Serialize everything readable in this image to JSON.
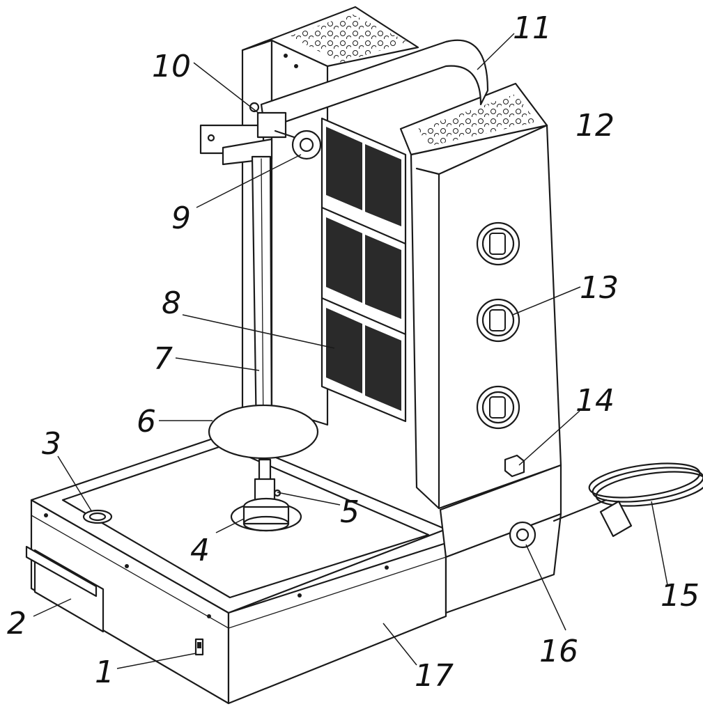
{
  "callouts": [
    {
      "num": "1"
    },
    {
      "num": "2"
    },
    {
      "num": "3"
    },
    {
      "num": "4"
    },
    {
      "num": "5"
    },
    {
      "num": "6"
    },
    {
      "num": "7"
    },
    {
      "num": "8"
    },
    {
      "num": "9"
    },
    {
      "num": "10"
    },
    {
      "num": "11"
    },
    {
      "num": "12"
    },
    {
      "num": "13"
    },
    {
      "num": "14"
    },
    {
      "num": "15"
    },
    {
      "num": "16"
    },
    {
      "num": "17"
    }
  ]
}
